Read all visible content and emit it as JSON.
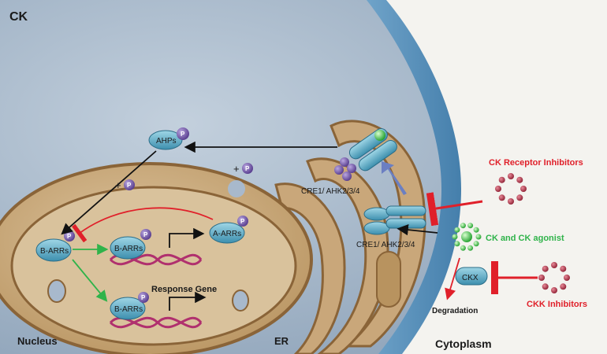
{
  "regions": {
    "ck": "CK",
    "nucleus": "Nucleus",
    "er": "ER",
    "cytoplasm": "Cytoplasm"
  },
  "proteins": {
    "ahps": "AHPs",
    "b_arrs_1": "B-ARRs",
    "b_arrs_2": "B-ARRs",
    "b_arrs_3": "B-ARRs",
    "a_arrs": "A-ARRs",
    "ckx": "CKX",
    "phospho": "P"
  },
  "labels": {
    "receptor_top": "CRE1/ AHK2/3/4",
    "receptor_bottom": "CRE1/ AHK2/3/4",
    "response_gene": "Response Gene",
    "degradation": "Degradation",
    "plus_p": "+",
    "ck_receptor_inhibitors": "CK Receptor Inhibitors",
    "ck_and_agonist": "CK and CK agonist",
    "ckk_inhibitors": "CKK Inhibitors"
  },
  "colors": {
    "cell_bg": "#a8b9cc",
    "cytoplasm": "#f4f3ef",
    "membrane": "#3a78a8",
    "organelle": "#c9a77a",
    "organelle_edge": "#8a6438",
    "protein": "#5aaec8",
    "phospho": "#6b4fa0",
    "inhibit_red": "#e0202a",
    "activate_green": "#2fb34a",
    "inhibitor_dot": "#a83244",
    "agonist_green": "#3fc84a",
    "dna": "#b0306e"
  }
}
